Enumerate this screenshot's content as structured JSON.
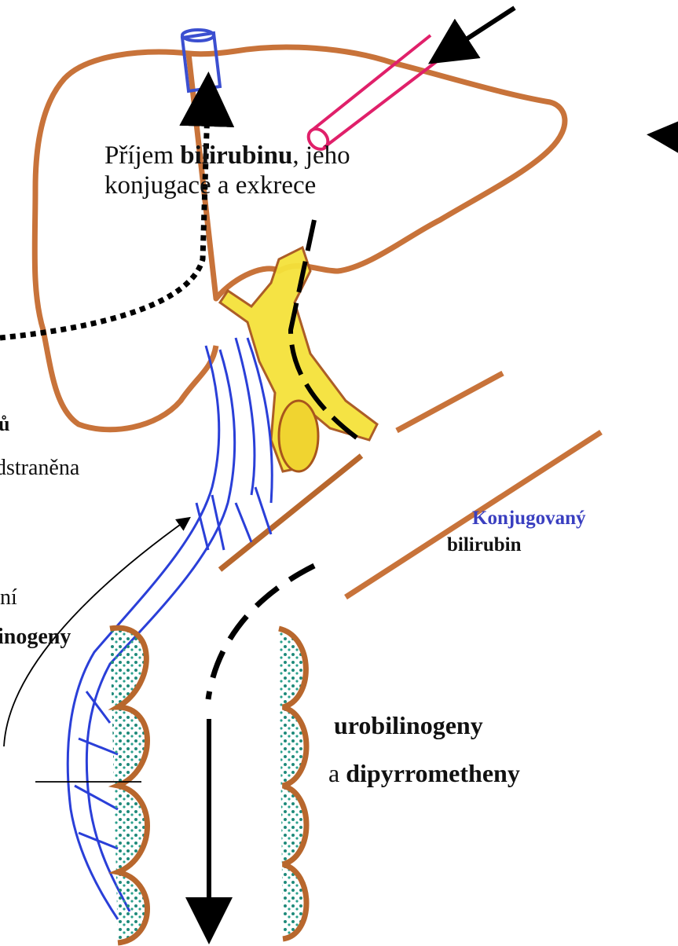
{
  "labels": {
    "intake_prefix": "Příjem ",
    "intake_bold": "bilirubinu",
    "intake_suffix": ", jeho",
    "intake_line2": "konjugace a exkrece",
    "fragment_u": "ů",
    "fragment_odstranena": "dstraněna",
    "fragment_ni": "ní",
    "fragment_inogeny": "inogeny",
    "conjugated": "Konjugovaný",
    "bilirubin": "bilirubin",
    "urobilinogeny": "urobilinogeny",
    "a": "a ",
    "dipyrromethen": "dipyrrometheny"
  },
  "colors": {
    "liver_outline": "#c8733a",
    "liver_dots": "#e08a55",
    "hepatic_vein": "#3b4fd0",
    "portal_artery": "#e0206a",
    "gallbladder": "#f5e23a",
    "bile_duct_outline": "#a8551c",
    "veins": "#2a3fd8",
    "intestine_wall": "#b8672d",
    "intestine_content": "#1f8a7a",
    "arrows": "#000000",
    "conjugated_label": "#3a3fc0"
  },
  "icons": [
    "arrow-icon",
    "dotted-arrow-icon",
    "dashed-arrow-icon"
  ]
}
